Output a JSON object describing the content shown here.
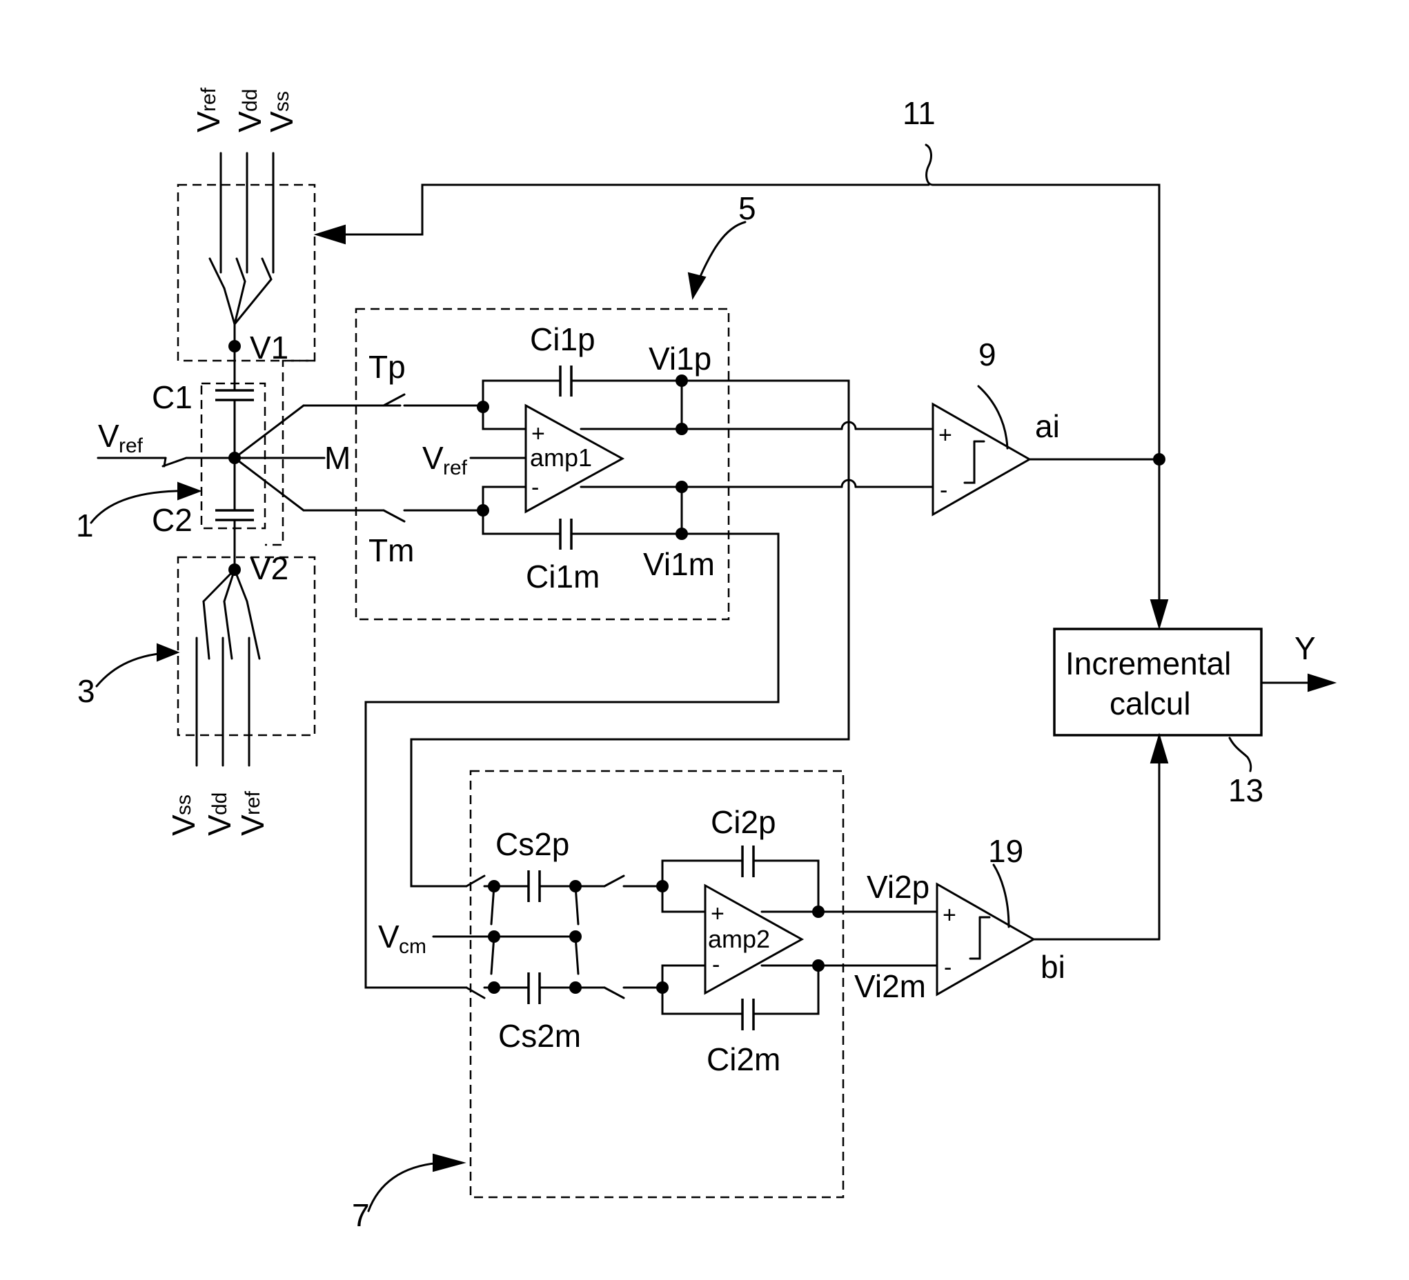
{
  "supply_top": {
    "vref": "V",
    "vref_sub": "ref",
    "vdd": "V",
    "vdd_sub": "dd",
    "vss": "V",
    "vss_sub": "ss"
  },
  "supply_bottom": {
    "vss": "V",
    "vss_sub": "ss",
    "vdd": "V",
    "vdd_sub": "dd",
    "vref": "V",
    "vref_sub": "ref"
  },
  "sensor": {
    "c1": "C1",
    "c2": "C2",
    "v1": "V1",
    "v2": "V2",
    "m": "M",
    "vref": "V",
    "vref_sub": "ref"
  },
  "refs": {
    "r1": "1",
    "r3": "3",
    "r5": "5",
    "r7": "7",
    "r9": "9",
    "r11": "11",
    "r13": "13",
    "r19": "19"
  },
  "stage1": {
    "tp": "Tp",
    "tm": "Tm",
    "vref": "V",
    "vref_sub": "ref",
    "ci1p": "Ci1p",
    "ci1m": "Ci1m",
    "vi1p": "Vi1p",
    "vi1m": "Vi1m",
    "amp": "amp1",
    "plus": "+",
    "minus": "-"
  },
  "comp1": {
    "plus": "+",
    "minus": "-",
    "out": "ai"
  },
  "stage2": {
    "vcm": "V",
    "vcm_sub": "cm",
    "cs2p": "Cs2p",
    "cs2m": "Cs2m",
    "ci2p": "Ci2p",
    "ci2m": "Ci2m",
    "vi2p": "Vi2p",
    "vi2m": "Vi2m",
    "amp": "amp2",
    "plus": "+",
    "minus": "-"
  },
  "comp2": {
    "plus": "+",
    "minus": "-",
    "out": "bi"
  },
  "calc": {
    "line1": "Incremental",
    "line2": "calcul",
    "out": "Y"
  }
}
